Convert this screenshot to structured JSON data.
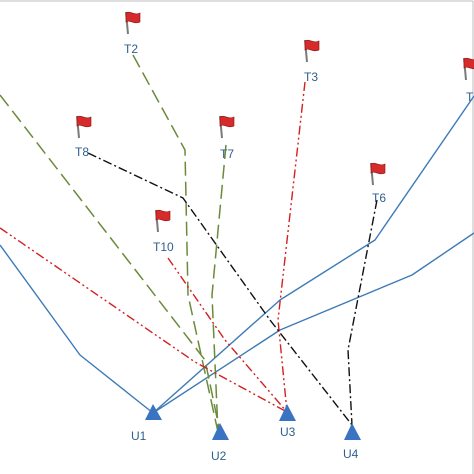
{
  "colors": {
    "background": "#ffffff",
    "border": "#bdbdbd",
    "path_blue": "#3d7bb6",
    "path_green": "#6b8a3a",
    "path_red": "#d42020",
    "path_black": "#111111",
    "uav_fill": "#3a73c2",
    "label": "#2e5f8f",
    "flag_red": "#d62b2b"
  },
  "uavs": [
    {
      "id": "u1",
      "label": "U1",
      "icon": "triangle-icon"
    },
    {
      "id": "u2",
      "label": "U2",
      "icon": "triangle-icon"
    },
    {
      "id": "u3",
      "label": "U3",
      "icon": "triangle-icon"
    },
    {
      "id": "u4",
      "label": "U4",
      "icon": "triangle-icon"
    }
  ],
  "targets": [
    {
      "id": "t2",
      "label": "T2",
      "icon": "flag-icon"
    },
    {
      "id": "t3",
      "label": "T3",
      "icon": "flag-icon"
    },
    {
      "id": "t6",
      "label": "T6",
      "icon": "flag-icon"
    },
    {
      "id": "t7",
      "label": "T7",
      "icon": "flag-icon"
    },
    {
      "id": "t8",
      "label": "T8",
      "icon": "flag-icon"
    },
    {
      "id": "t10",
      "label": "T10",
      "icon": "flag-icon"
    },
    {
      "id": "t_edge",
      "label": "T",
      "icon": "flag-icon"
    }
  ],
  "paths": [
    {
      "id": "blue-1",
      "style": "solid",
      "color_key": "path_blue"
    },
    {
      "id": "blue-2",
      "style": "solid",
      "color_key": "path_blue"
    },
    {
      "id": "blue-3",
      "style": "solid",
      "color_key": "path_blue"
    },
    {
      "id": "green-1",
      "style": "long-dash",
      "color_key": "path_green"
    },
    {
      "id": "green-2",
      "style": "long-dash",
      "color_key": "path_green"
    },
    {
      "id": "green-3",
      "style": "long-dash",
      "color_key": "path_green"
    },
    {
      "id": "red-1",
      "style": "dash-dot-dot",
      "color_key": "path_red"
    },
    {
      "id": "red-2",
      "style": "dash-dot-dot",
      "color_key": "path_red"
    },
    {
      "id": "red-3",
      "style": "dash-dot-dot",
      "color_key": "path_red"
    },
    {
      "id": "black-1",
      "style": "dash-dot",
      "color_key": "path_black"
    },
    {
      "id": "black-2",
      "style": "dash-dot",
      "color_key": "path_black"
    }
  ]
}
